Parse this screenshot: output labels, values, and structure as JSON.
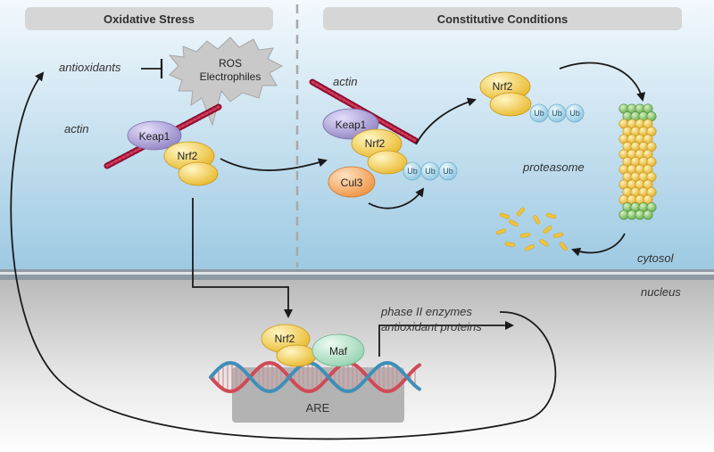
{
  "headers": {
    "left": "Oxidative Stress",
    "right": "Constitutive Conditions"
  },
  "compartments": {
    "cytosol": "cytosol",
    "nucleus": "nucleus"
  },
  "labels": {
    "antioxidants": "antioxidants",
    "ros_line1": "ROS",
    "ros_line2": "Electrophiles",
    "actin_left": "actin",
    "actin_right": "actin",
    "keap1_left": "Keap1",
    "nrf2_left": "Nrf2",
    "keap1_right": "Keap1",
    "nrf2_right": "Nrf2",
    "cul3": "Cul3",
    "nrf2_ub": "Nrf2",
    "proteasome": "proteasome",
    "nrf2_nucleus": "Nrf2",
    "maf": "Maf",
    "are": "ARE",
    "phase2": "phase II enzymes",
    "antioxidant_proteins": "antioxidant proteins",
    "ub": "Ub"
  },
  "colors": {
    "keap1": "#9b8fc9",
    "nrf2": "#f2c33a",
    "cul3": "#f3a35a",
    "maf": "#a9dcc0",
    "ubiquitin": "#a8d6ea",
    "actin": "#b0143c",
    "proteasome_core": "#f1c640",
    "proteasome_cap": "#7cc05a",
    "membrane": "#8e9aa3",
    "dna_red": "#cf4a55",
    "dna_blue": "#3e8fb8"
  }
}
